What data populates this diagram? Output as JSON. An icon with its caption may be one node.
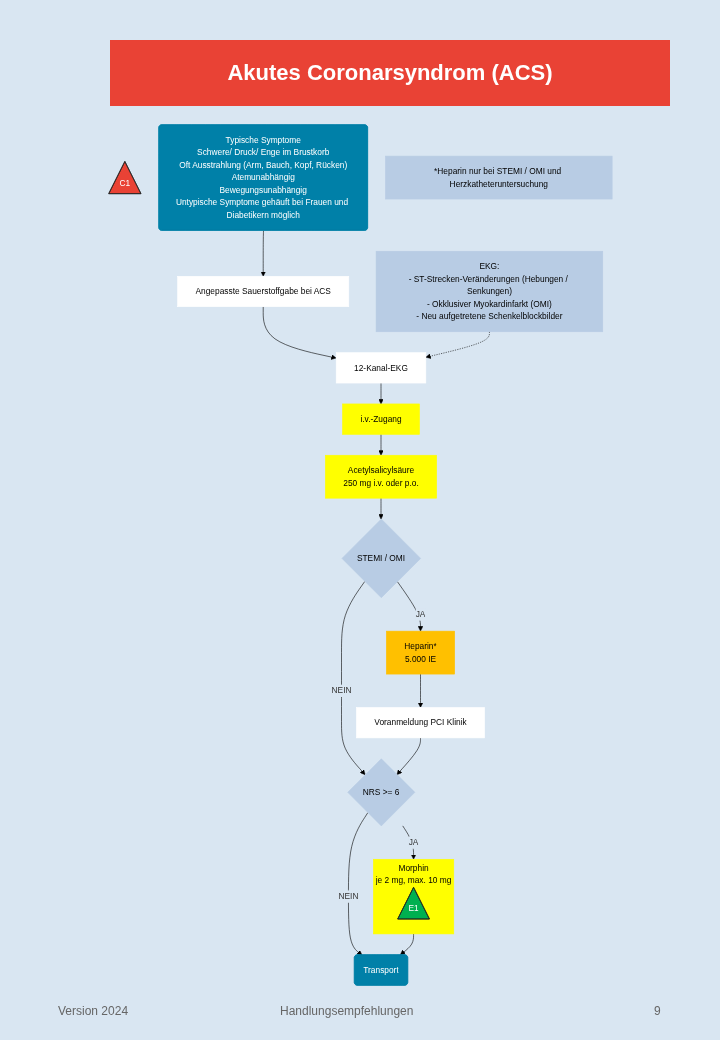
{
  "diagram": {
    "title": "Akutes Coronarsyndrom (ACS)",
    "nodes": [
      {
        "text": [
          "C1"
        ]
      },
      {
        "text": [
          "Typische Symptome",
          "Schwere/ Druck/ Enge im Brustkorb",
          "Oft Ausstrahlung (Arm, Bauch, Kopf, Rücken)",
          "Atemunabhängig",
          "Bewegungsunabhängig",
          "Untypische Symptome gehäuft bei Frauen und Diabetikern möglich"
        ]
      },
      {
        "text": [
          "Angepasste Sauerstoffgabe bei ACS"
        ]
      },
      {
        "text": [
          "12-Kanal-EKG"
        ]
      },
      {
        "text": [
          "EKG:",
          "- ST-Strecken-Veränderungen (Hebungen / Senkungen)",
          "- Okklusiver Myokardinfarkt (OMI)",
          "- Neu aufgetretene Schenkelblockbilder"
        ]
      },
      {
        "text": [
          "i.v.-Zugang"
        ]
      },
      {
        "text": [
          "Acetylsalicylsäure",
          "250 mg i.v. oder p.o."
        ]
      },
      {
        "text": [
          "*Heparin nur bei STEMI / OMI und Herzkatheteruntersuchung"
        ]
      },
      {
        "text": [
          "STEMI / OMI"
        ]
      },
      {
        "text": [
          "Heparin*",
          "5.000 IE"
        ]
      },
      {
        "text": [
          "Voranmeldung PCI Klinik"
        ]
      },
      {
        "text": [
          "NRS >= 6"
        ]
      },
      {
        "text": [
          "Morphin",
          "je 2 mg, max. 10 mg"
        ]
      },
      {
        "text": [
          "E1"
        ],
        "in": 12
      },
      {
        "text": [
          "Transport"
        ]
      }
    ],
    "edges": [
      {
        "from": 1,
        "to": 2,
        "arrow": "to"
      },
      {
        "from": 2,
        "to": 3,
        "arrow": "to"
      },
      {
        "from": 4,
        "to": 3,
        "arrow": "to",
        "style": "dashed"
      },
      {
        "from": 3,
        "to": 5,
        "arrow": "to"
      },
      {
        "from": 5,
        "to": 6,
        "arrow": "to"
      },
      {
        "from": 6,
        "to": 8,
        "arrow": "to"
      },
      {
        "from": 8,
        "to": 9,
        "arrow": "to",
        "label": "JA"
      },
      {
        "from": 9,
        "to": 10,
        "arrow": "to"
      },
      {
        "from": 8,
        "to": 11,
        "arrow": "to",
        "label": "NEIN"
      },
      {
        "from": 10,
        "to": 11,
        "arrow": "to"
      },
      {
        "from": 11,
        "to": 12,
        "arrow": "to",
        "label": "JA"
      },
      {
        "from": 11,
        "to": 14,
        "arrow": "to",
        "label": "NEIN"
      },
      {
        "from": 12,
        "to": 14,
        "arrow": "to"
      }
    ],
    "labels": [
      "Version 2024",
      "Handlungsempfehlungen",
      "9"
    ]
  }
}
